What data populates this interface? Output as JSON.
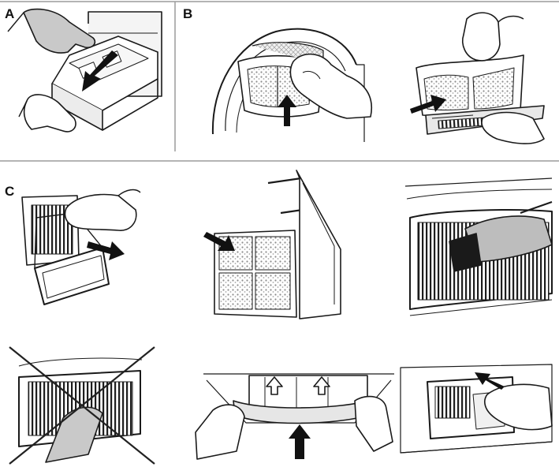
{
  "panels": {
    "a": {
      "label": "A"
    },
    "b": {
      "label": "B"
    },
    "c": {
      "label": "C"
    }
  },
  "colors": {
    "line": "#1a1a1a",
    "skin": "#c9c9c9",
    "lint": "#9a9a9a",
    "frame": "#e6e6e6",
    "cross": "#222222",
    "arrow": "#111111",
    "separator": "#9c9c9c"
  },
  "icons": [
    "hand-icon",
    "arrow-down-icon",
    "arrow-up-icon",
    "arrow-right-icon",
    "filter-icon",
    "brush-icon",
    "cross-out-icon"
  ]
}
